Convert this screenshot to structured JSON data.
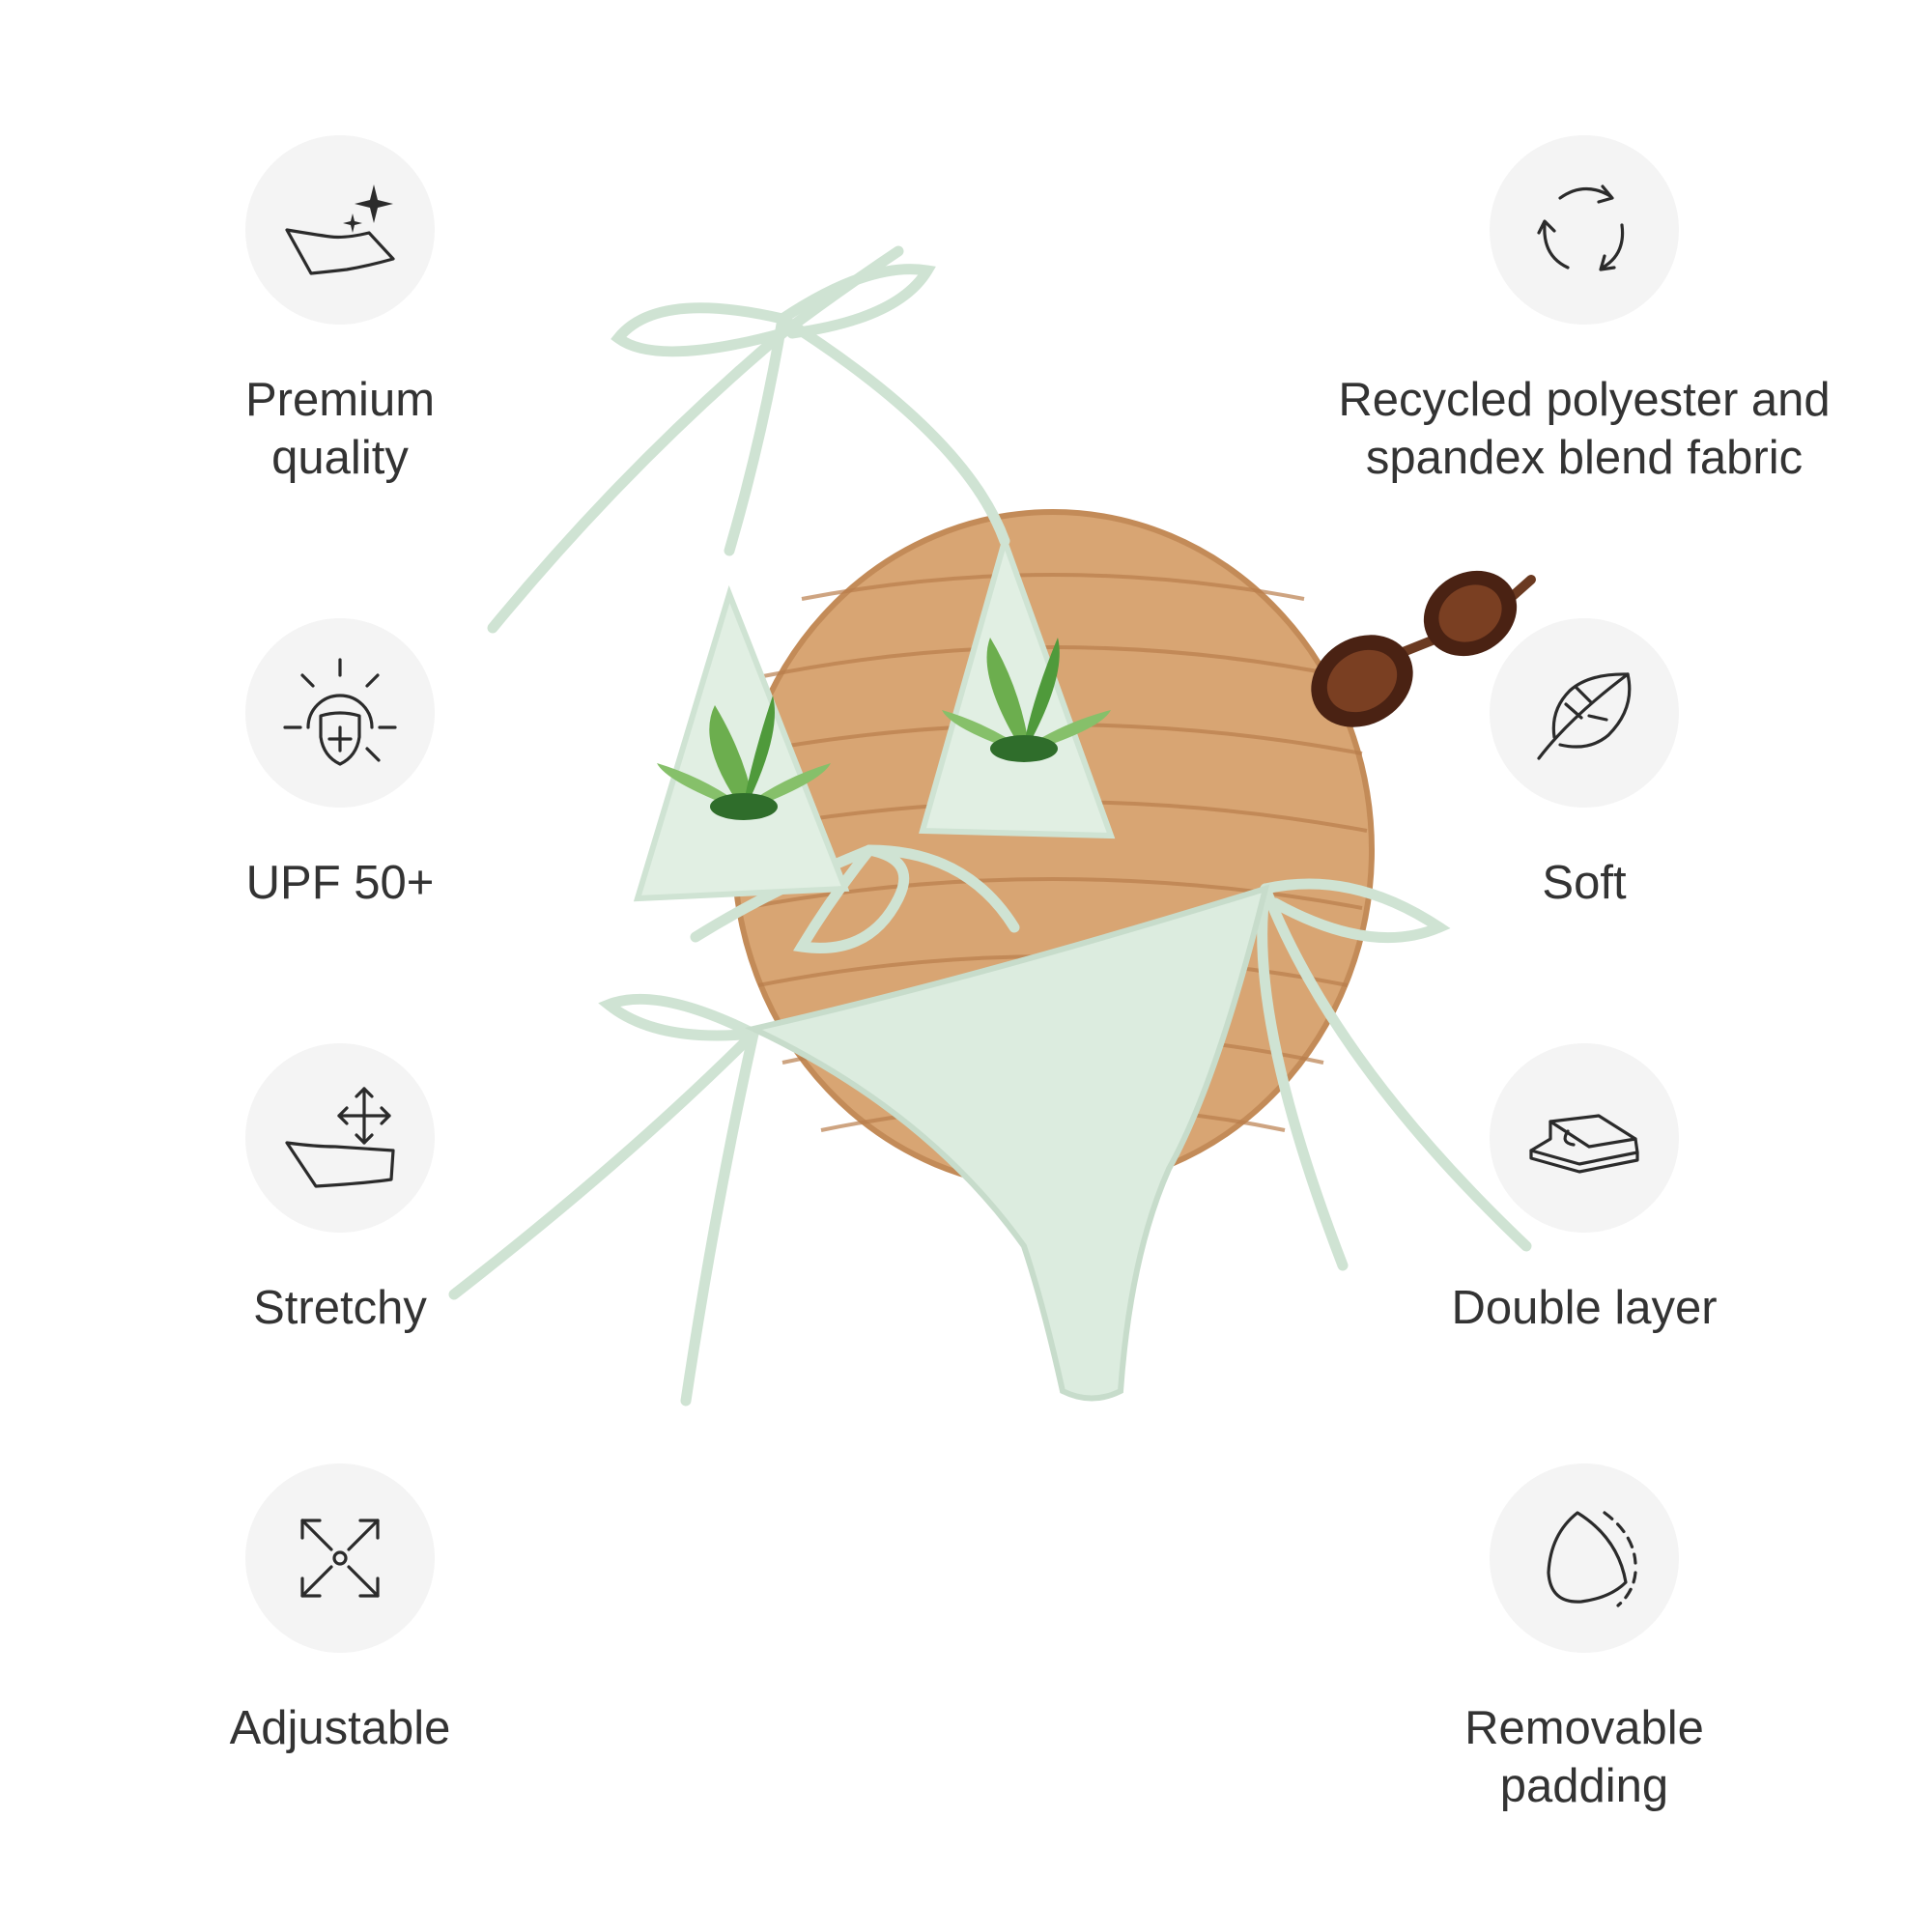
{
  "features_left": [
    {
      "label": "Premium\nquality",
      "icon": "sparkle-fabric-icon"
    },
    {
      "label": "UPF 50+",
      "icon": "sun-shield-icon"
    },
    {
      "label": "Stretchy",
      "icon": "stretch-arrows-icon"
    },
    {
      "label": "Adjustable",
      "icon": "expand-arrows-icon"
    }
  ],
  "features_right": [
    {
      "label": "Recycled polyester and\nspandex blend fabric",
      "icon": "recycle-icon"
    },
    {
      "label": "Soft",
      "icon": "feather-icon"
    },
    {
      "label": "Double layer",
      "icon": "layers-icon"
    },
    {
      "label": "Removable\npadding",
      "icon": "padding-cup-icon"
    }
  ],
  "colors": {
    "background": "#ffffff",
    "icon_circle": "#f4f4f4",
    "icon_stroke": "#2b2b2b",
    "text": "#333333",
    "bikini": "#dcecdf",
    "straw_mat": "#d9a776",
    "sunglasses": "#5a2e1a"
  }
}
